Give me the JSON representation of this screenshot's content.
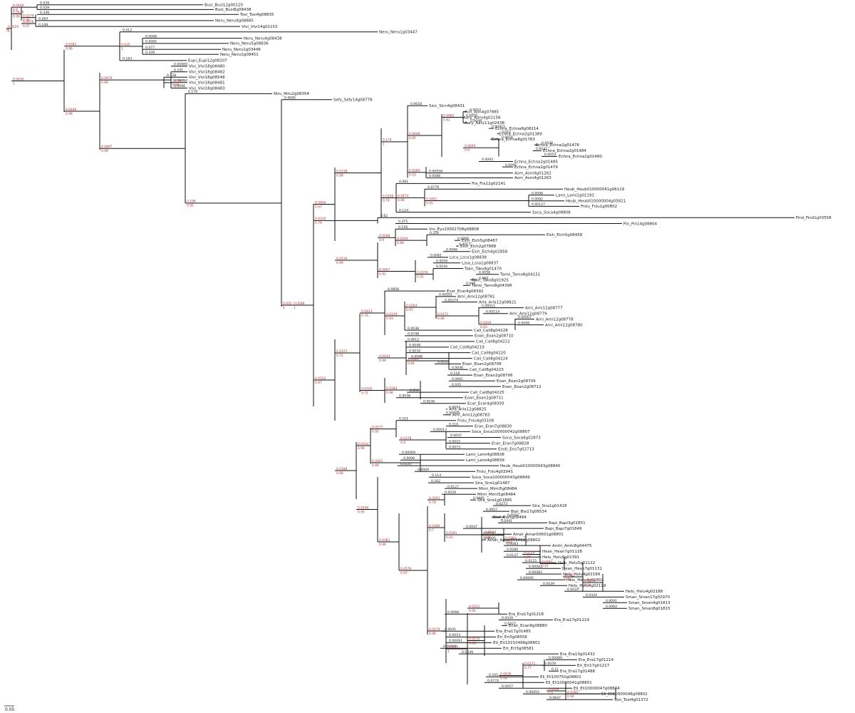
{
  "scale_bar": {
    "label": "0.05"
  },
  "root_support": "0",
  "tips": [
    {
      "label": "Busi_Busi12g00120",
      "branch": "0.039"
    },
    {
      "label": "Busi_Busi8g08438",
      "branch": "0.039"
    },
    {
      "label": "Tosi_Tosi4g08835",
      "branch": "0.336"
    },
    {
      "label": "Neru_Neru9g08885",
      "branch": "0.264"
    },
    {
      "label": "Vivi_Vivi14g01152",
      "branch": "0.148"
    },
    {
      "label": "Neru_Neru1g03447",
      "branch": "0.512"
    },
    {
      "label": "Neru_Neru4g08438",
      "branch": "0.0068"
    },
    {
      "label": "Neru_Neru5g08836",
      "branch": "0.0065"
    },
    {
      "label": "Neru_Neru1g03448",
      "branch": "0.077"
    },
    {
      "label": "Neru_Neru1g08451",
      "branch": "0.109"
    },
    {
      "label": "Eupi_Eupi12g08107",
      "branch": "0.183"
    },
    {
      "label": "Vivi_Vivi18g08480",
      "branch": "0.00069"
    },
    {
      "label": "Vivi_Vivi18g08482",
      "branch": "0.141"
    },
    {
      "label": "Vivi_Vivi18g08548",
      "branch": "0.138"
    },
    {
      "label": "Vivi_Vivi18g08481",
      "branch": "0.00090"
    },
    {
      "label": "Vivi_Vivi18g08483",
      "branch": "0.0066"
    },
    {
      "label": "Niru_Niru2g08354",
      "branch": "0.176"
    },
    {
      "label": "Sefy_Sefy14g08778",
      "branch": "0.0695"
    },
    {
      "label": "Sicn_Sicn4g08431",
      "branch": "0.0618"
    },
    {
      "label": "Asri_Asri4g07885",
      "branch": "0.0057"
    },
    {
      "label": "Aary_Aary4g02158",
      "branch": "0.0029"
    },
    {
      "label": "Aary_Aary11g02438",
      "branch": "0.0048"
    },
    {
      "label": "Echna_Echna8g08214",
      "branch": "0.00915"
    },
    {
      "label": "Echna_Echna2g01389",
      "branch": "0.012"
    },
    {
      "label": "Echna_Echna8g01783",
      "branch": "0.0016"
    },
    {
      "label": "Echna_Echna2g01478",
      "branch": "0.0039"
    },
    {
      "label": "Echna_Echna2g01484",
      "branch": "0.0032"
    },
    {
      "label": "Echna_Echna2g01480",
      "branch": "0.0053"
    },
    {
      "label": "Echna_Echna2g01485",
      "branch": "0.0093"
    },
    {
      "label": "Echna_Echna2g01479",
      "branch": "0.0095"
    },
    {
      "label": "Asrn_Asrn9g01262",
      "branch": "0.00058"
    },
    {
      "label": "Asrn_Asrn4g01263",
      "branch": "0.0088"
    },
    {
      "label": "Fra_Fra12g02141",
      "branch": "0.081"
    },
    {
      "label": "Heub_Heub010000041g06119",
      "branch": "0.0779"
    },
    {
      "label": "Lami_Lami2g01193",
      "branch": "0.0096"
    },
    {
      "label": "Heub_Heub010000004g05821",
      "branch": "0.0082"
    },
    {
      "label": "Frslu_Fslu1g00802",
      "branch": "0.00127"
    },
    {
      "label": "Soca_Soca4g08808",
      "branch": "0.124"
    },
    {
      "label": "Find_Find1g03558",
      "branch": "0.62"
    },
    {
      "label": "Pin_Pin14g08804",
      "branch": "0.375"
    },
    {
      "label": "Vrs_Eys10002708g08808",
      "branch": "0.156"
    },
    {
      "label": "Eich_Eich5g08458",
      "branch": "0.256"
    },
    {
      "label": "Eich_Eich5g08487",
      "branch": "0.0066"
    },
    {
      "label": "Eich_Eich2g07888",
      "branch": "0.0017"
    },
    {
      "label": "Eich_Eich4g02858",
      "branch": "0.0066"
    },
    {
      "label": "Lsca_Lsca1g08838",
      "branch": "0.0061"
    },
    {
      "label": "Lssa_Lssa1g08837",
      "branch": "0.0059"
    },
    {
      "label": "Takn_Tako8g01470",
      "branch": "0.0034"
    },
    {
      "label": "Tamo_Tamo8g04151",
      "branch": "0.0058"
    },
    {
      "label": "Takn_Tako8g01925",
      "branch": "0.060"
    },
    {
      "label": "Tamo_Tamo8g04398",
      "branch": "0.098"
    },
    {
      "label": "Ecar_Ecar4g08392",
      "branch": "0.0858"
    },
    {
      "label": "Arni_Arni12g08781",
      "branch": "0.00091"
    },
    {
      "label": "Arla_Arla12g08821",
      "branch": "0.00274"
    },
    {
      "label": "Arni_Arni12g08777",
      "branch": "0.00015"
    },
    {
      "label": "Arni_Arni12g08779",
      "branch": "0.00114"
    },
    {
      "label": "Arni_Arni12g08778",
      "branch": "0.00007"
    },
    {
      "label": "Arni_Arni12g08780",
      "branch": "0.0008"
    },
    {
      "label": "Cali_Cali8g04228",
      "branch": "0.0038"
    },
    {
      "label": "Eoan_Eoan2g08710",
      "branch": "0.0748"
    },
    {
      "label": "Cali_Cali8g04222",
      "branch": "0.0612"
    },
    {
      "label": "Cali_Cali8g04219",
      "branch": "0.0048"
    },
    {
      "label": "Cali_Cali8g04220",
      "branch": "0.0034"
    },
    {
      "label": "Cali_Cali8g04224",
      "branch": "0.0088"
    },
    {
      "label": "Eoan_Eoan2g08708",
      "branch": "0.0037"
    },
    {
      "label": "Cali_Cali8g04223",
      "branch": "0.0046"
    },
    {
      "label": "Eoan_Eoan2g08706",
      "branch": "0.118"
    },
    {
      "label": "Eoan_Eoan2g08709",
      "branch": "0.0661"
    },
    {
      "label": "Eoan_Eoan2g08712",
      "branch": "0.105"
    },
    {
      "label": "Cali_Cali8g04225",
      "branch": "0.051"
    },
    {
      "label": "Eoan_Eoan2g08711",
      "branch": "0.0038"
    },
    {
      "label": "Ecar_Ecar4g08393",
      "branch": "0.0538"
    },
    {
      "label": "Arla_Arla12g08825",
      "branch": "0.0092"
    },
    {
      "label": "Arni_Arni12g08783",
      "branch": "0.00009"
    },
    {
      "label": "Frslu_Fslu4g03108",
      "branch": "0.251"
    },
    {
      "label": "Eran_Eran7g08830",
      "branch": "0.116"
    },
    {
      "label": "Soca_Soca100000042g08807",
      "branch": "0.00013"
    },
    {
      "label": "Soca_Soca6g02873",
      "branch": "0.0047"
    },
    {
      "label": "Eran_Eran7g08828",
      "branch": "0.0015"
    },
    {
      "label": "Ensti_Ens7g02713",
      "branch": "0.0073"
    },
    {
      "label": "Lami_Lami4g08838",
      "branch": "0.00069"
    },
    {
      "label": "Lami_Lami4g08839",
      "branch": "0.0099"
    },
    {
      "label": "Heub_Heub010000043g08840",
      "branch": "0.0147"
    },
    {
      "label": "Frslu_Fslu4g02941",
      "branch": "0.0069"
    },
    {
      "label": "Soca_Soca100000043g08849",
      "branch": "0.114"
    },
    {
      "label": "Sira_Sira1g01487",
      "branch": "0.162"
    },
    {
      "label": "Mimi_Mimi5g08484",
      "branch": "0.0127"
    },
    {
      "label": "Mimi_Mimi5g08484",
      "branch": "0.0029"
    },
    {
      "label": "Sira_Sira1g01885",
      "branch": "0.0885"
    },
    {
      "label": "Sira_Sira1g01418",
      "branch": "0.0273"
    },
    {
      "label": "Biat_Bia17g08534",
      "branch": "0.0957"
    },
    {
      "label": "Biat_Bia5g08484",
      "branch": "0.0050"
    },
    {
      "label": "Bapi_Bapi3g01851",
      "branch": "0.0091"
    },
    {
      "label": "Bapi_Bapi7g01849",
      "branch": "0.0047"
    },
    {
      "label": "Amar_Amar00601g08801",
      "branch": "0.0043"
    },
    {
      "label": "Amar_Amar001012g08802",
      "branch": "0.0095"
    },
    {
      "label": "Amhi_Amhi8g04475",
      "branch": "0.0083"
    },
    {
      "label": "Hean_Hean7g01128",
      "branch": "0.0289"
    },
    {
      "label": "Helu_Helu5g01391",
      "branch": "0.0147"
    },
    {
      "label": "Helu_Helu5g01122",
      "branch": "0.0115"
    },
    {
      "label": "Hean_Hean7g01131",
      "branch": "0.00082"
    },
    {
      "label": "Helu_Helu4g02189",
      "branch": "0.00082"
    },
    {
      "label": "Helu_Helu4g01802",
      "branch": "0.00095"
    },
    {
      "label": "Helu_Helu4g02129",
      "branch": "0.0039"
    },
    {
      "label": "Helu_Helu4g02188",
      "branch": "0.0024"
    },
    {
      "label": "Sman_Sman17g02970",
      "branch": "0.0324"
    },
    {
      "label": "Sman_Sman4g01813",
      "branch": "0.0091"
    },
    {
      "label": "Sman_Sman8g01815",
      "branch": "0.0964"
    },
    {
      "label": "Era_Era17g01218",
      "branch": "0.0068"
    },
    {
      "label": "Era_Era17g01219",
      "branch": "0.0039"
    },
    {
      "label": "Ecan_Ecan8g08880",
      "branch": "0.0327"
    },
    {
      "label": "Era_Era17g01485",
      "branch": "0.0041"
    },
    {
      "label": "Eri_Eri3g08558",
      "branch": "0.0053"
    },
    {
      "label": "Eti_Eti10152488g08801",
      "branch": "0.00091"
    },
    {
      "label": "Ert_Ert3g08581",
      "branch": "0.00096"
    },
    {
      "label": "Era_Era13g01432",
      "branch": "0.0639"
    },
    {
      "label": "Era_Era17g01214",
      "branch": "0.00089"
    },
    {
      "label": "Eri_Eri17g01217",
      "branch": "0.0078"
    },
    {
      "label": "Era_Era17g01488",
      "branch": "0.11"
    },
    {
      "label": "Eli_Eli100750g08801",
      "branch": "0.165"
    },
    {
      "label": "Eli_Eli10000041g08801",
      "branch": "0.0774"
    },
    {
      "label": "Eli_Eli10000047g08804",
      "branch": "0.0057"
    },
    {
      "label": "Eli_Eli10000048g08802",
      "branch": "0.00055"
    },
    {
      "label": "Tosi_Tosi4g01372",
      "branch": "0.0847"
    }
  ],
  "internal_labels": [
    "0.0446",
    "0.0436",
    "0.0225",
    "0.0279",
    "0.0576",
    "0.0381",
    "0.035",
    "0.0979",
    "0.0367",
    "0.0446",
    "0.0636",
    "0.0897",
    "0.198",
    "0.174",
    "0.0985",
    "0.0648",
    "0.0469",
    "0.0284",
    "0.0196",
    "0.0338",
    "0.0456",
    "0.0474",
    "0.0461",
    "0.0316",
    "0.0548",
    "0.0288",
    "0.0294",
    "0.0376",
    "0.0467",
    "0.0519",
    "0.0423",
    "0.0264",
    "0.0171",
    "0.0204",
    "0.0139",
    "0.0371",
    "0.0243",
    "0.0364",
    "0.0384",
    "0.0326",
    "0.0152",
    "0.0277",
    "0.0178",
    "0.0314",
    "0.0341",
    "0.0188",
    "0.0246",
    "0.0201",
    "0.0226",
    "0.0361",
    "0.0378",
    "0.0167",
    "0.0293",
    "0.0224",
    "0.0391",
    "0.0186",
    "0.0151",
    "0.0215",
    "0.0271",
    "0.0182"
  ],
  "support_values": [
    "0.9",
    "0.99",
    "1",
    "0.98",
    "0.97",
    "0.96",
    "1",
    "0.89",
    "0.94",
    "0.96",
    "1",
    "0.99",
    "0.92",
    "1",
    "0.81",
    "0.85",
    "0.9",
    "0.93",
    "0.74",
    "0.98",
    "0.67",
    "0.88",
    "0.95",
    "0.79",
    "1",
    "0.9",
    "0.86",
    "0.91",
    "0.82",
    "0.99",
    "0.76",
    "0.97",
    "0.88",
    "0.63",
    "0.93",
    "0.72",
    "0.94",
    "0.84",
    "0.98",
    "0.71",
    "0.87",
    "0.92",
    "0.8",
    "0.96",
    "0.89",
    "0.68",
    "0.95",
    "0.78",
    "0.99",
    "0.83",
    "0.9",
    "0.75",
    "0.97",
    "0.86",
    "0.93",
    "0.7",
    "0.91",
    "0.88",
    "0.77",
    "0.94"
  ]
}
